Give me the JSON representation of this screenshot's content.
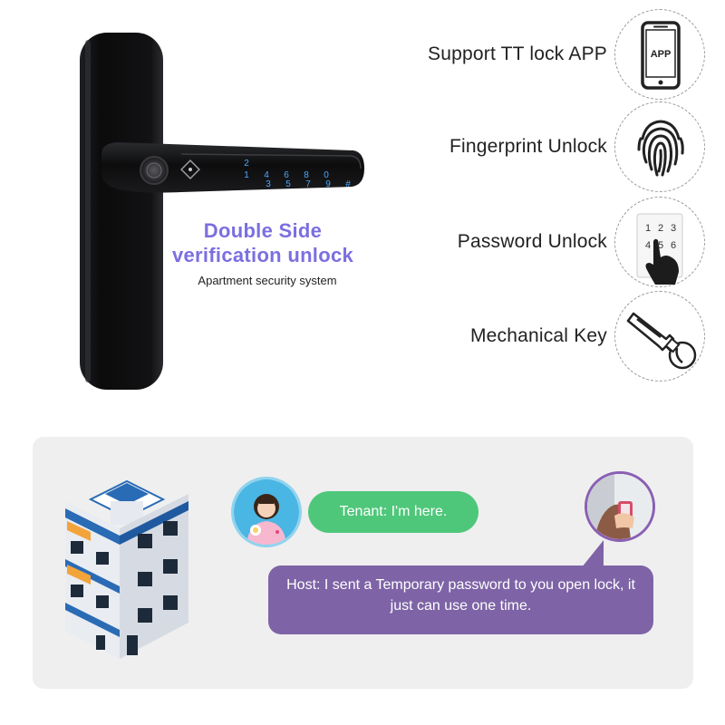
{
  "tagline": {
    "line1": "Double Side",
    "line2": "verification unlock",
    "subtitle": "Apartment security system"
  },
  "keypad": {
    "row1": [
      "1",
      "4",
      "6",
      "8",
      "0"
    ],
    "row2": [
      "3",
      "5",
      "7",
      "9",
      "#"
    ],
    "top_digit": "2"
  },
  "features": [
    {
      "label": "Support TT lock APP",
      "icon": "phone-app-icon",
      "badge": "APP"
    },
    {
      "label": "Fingerprint Unlock",
      "icon": "fingerprint-icon"
    },
    {
      "label": "Password Unlock",
      "icon": "keypad-press-icon",
      "digits": [
        "1",
        "2",
        "3",
        "4",
        "5",
        "6"
      ]
    },
    {
      "label": "Mechanical Key",
      "icon": "key-icon"
    }
  ],
  "scenario": {
    "tenant_message": "Tenant: I'm here.",
    "host_message": "Host: I sent a Temporary password to you open lock, it just can use one time."
  },
  "colors": {
    "accent_purple": "#7b6fe0",
    "tenant_bubble": "#4fc77a",
    "host_bubble": "#7e64a6",
    "panel_bg": "#efefef",
    "lock_body": "#0f0f10",
    "keypad_glow": "#4aa8ff"
  }
}
